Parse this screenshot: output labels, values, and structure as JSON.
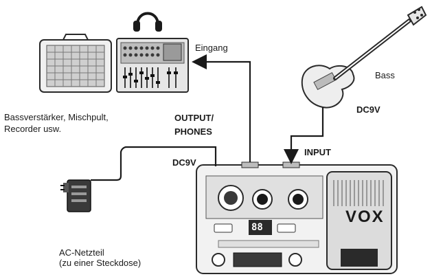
{
  "labels": {
    "eingang": "Eingang",
    "bass": "Bass",
    "dc9v_top": "DC9V",
    "output_phones": "OUTPUT/\nPHONES",
    "input": "INPUT",
    "dc9v_left": "DC9V",
    "amp_caption": "Bassverstärker, Mischpult,\nRecorder usw.",
    "ac_caption": "AC-Netzteil\n(zu einer Steckdose)",
    "display_value": "88",
    "brand": "VOX"
  },
  "icons": [
    "headphones-icon",
    "bass-amp-icon",
    "mixer-icon",
    "bass-guitar-icon",
    "ac-adapter-icon",
    "effects-pedal-icon"
  ],
  "colors": {
    "line": "#1a1a1a",
    "device_fill": "#f2f2f2",
    "device_dark": "#3a3a3a",
    "device_mid": "#bdbdbd"
  }
}
